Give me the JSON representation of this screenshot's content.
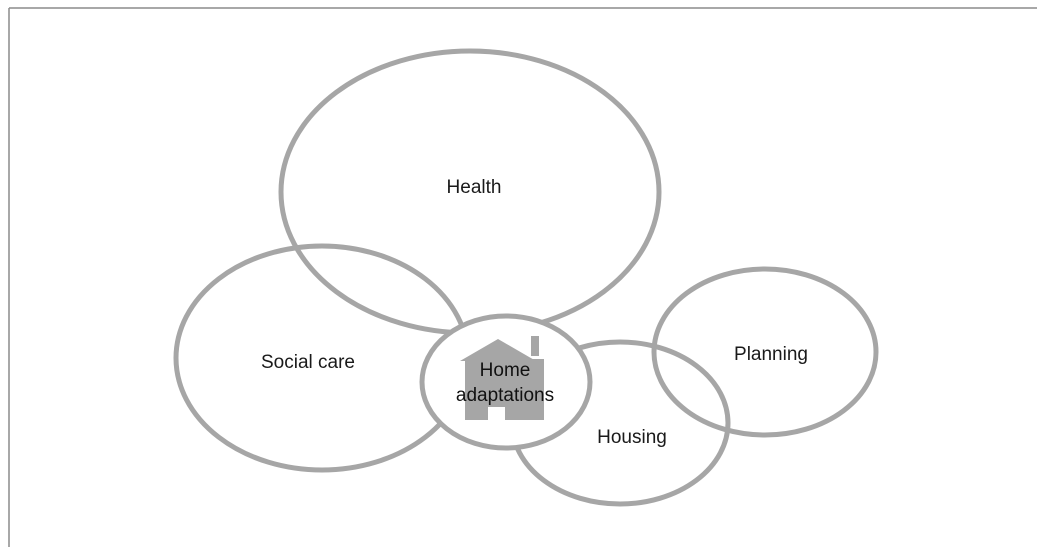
{
  "diagram": {
    "domains": {
      "health": "Health",
      "social_care": "Social care",
      "housing": "Housing",
      "planning": "Planning"
    },
    "center": {
      "line1": "Home",
      "line2": "adaptations",
      "icon": "house-icon"
    },
    "colors": {
      "ring": "#a6a6a6",
      "house": "#a6a6a6",
      "text": "#1a1a1a",
      "border": "#8c8c8c"
    }
  }
}
